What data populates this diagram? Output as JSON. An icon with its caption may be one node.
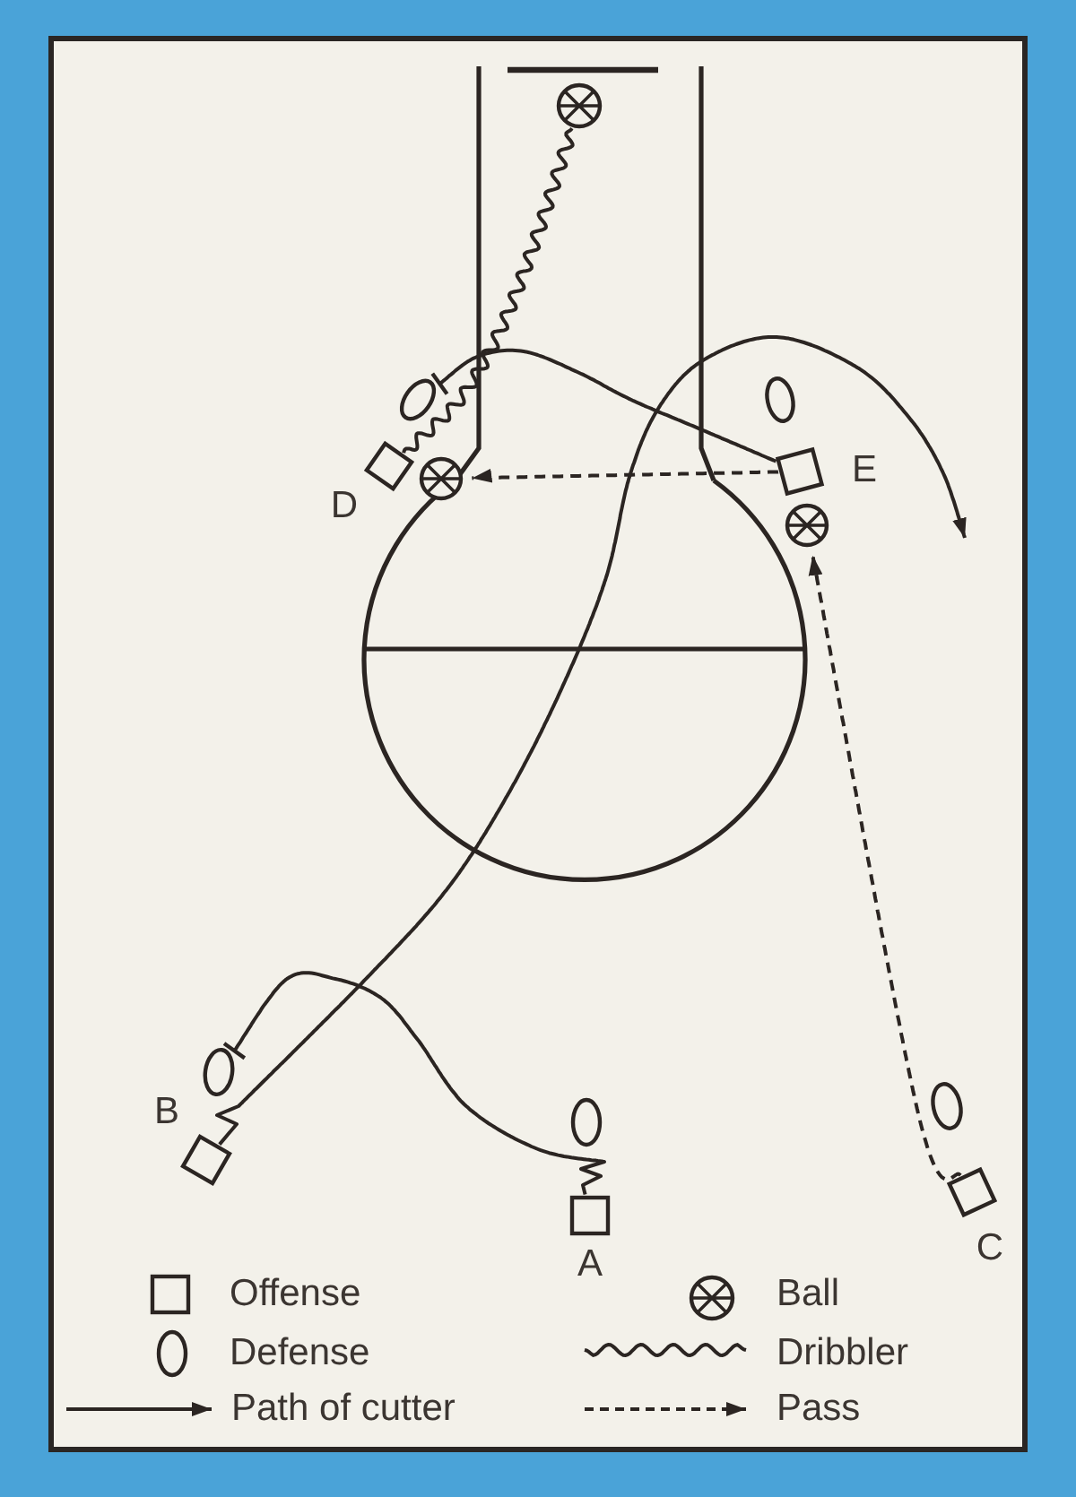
{
  "diagram": {
    "nodes": [
      {
        "text": [],
        "shape": "circle"
      },
      {
        "text": [],
        "shape": "ellipse"
      },
      {
        "text": [],
        "shape": "ellipse"
      },
      {
        "text": [],
        "shape": "box",
        "beside": [
          "D"
        ]
      },
      {
        "text": [],
        "shape": "circle"
      },
      {
        "text": [],
        "shape": "box",
        "beside": [
          "E"
        ]
      },
      {
        "text": [],
        "shape": "circle"
      },
      {
        "text": [],
        "shape": "ellipse"
      },
      {
        "text": [],
        "shape": "ellipse"
      },
      {
        "text": [],
        "shape": "ellipse"
      },
      {
        "text": [],
        "shape": "box",
        "beside": [
          "B"
        ]
      },
      {
        "text": [],
        "shape": "box",
        "beside": [
          "A"
        ]
      },
      {
        "text": [],
        "shape": "box",
        "beside": [
          "C"
        ]
      }
    ],
    "edges": [
      {
        "from": 0,
        "to": 3,
        "arrow": "none"
      },
      {
        "from": 5,
        "to": 4,
        "arrow": "to",
        "style": "dashed"
      },
      {
        "from": 12,
        "to": 6,
        "arrow": "to",
        "style": "dashed"
      },
      {
        "from": 10,
        "to": null,
        "arrow": "to"
      },
      {
        "from": 5,
        "to": 1,
        "arrow": "other"
      },
      {
        "from": 11,
        "to": 7,
        "arrow": "other"
      }
    ],
    "legend": [
      {
        "text": "Offense"
      },
      {
        "text": "Ball"
      },
      {
        "text": "Defense"
      },
      {
        "text": "Dribbler"
      },
      {
        "text": "Path of cutter"
      },
      {
        "text": "Pass"
      }
    ]
  }
}
